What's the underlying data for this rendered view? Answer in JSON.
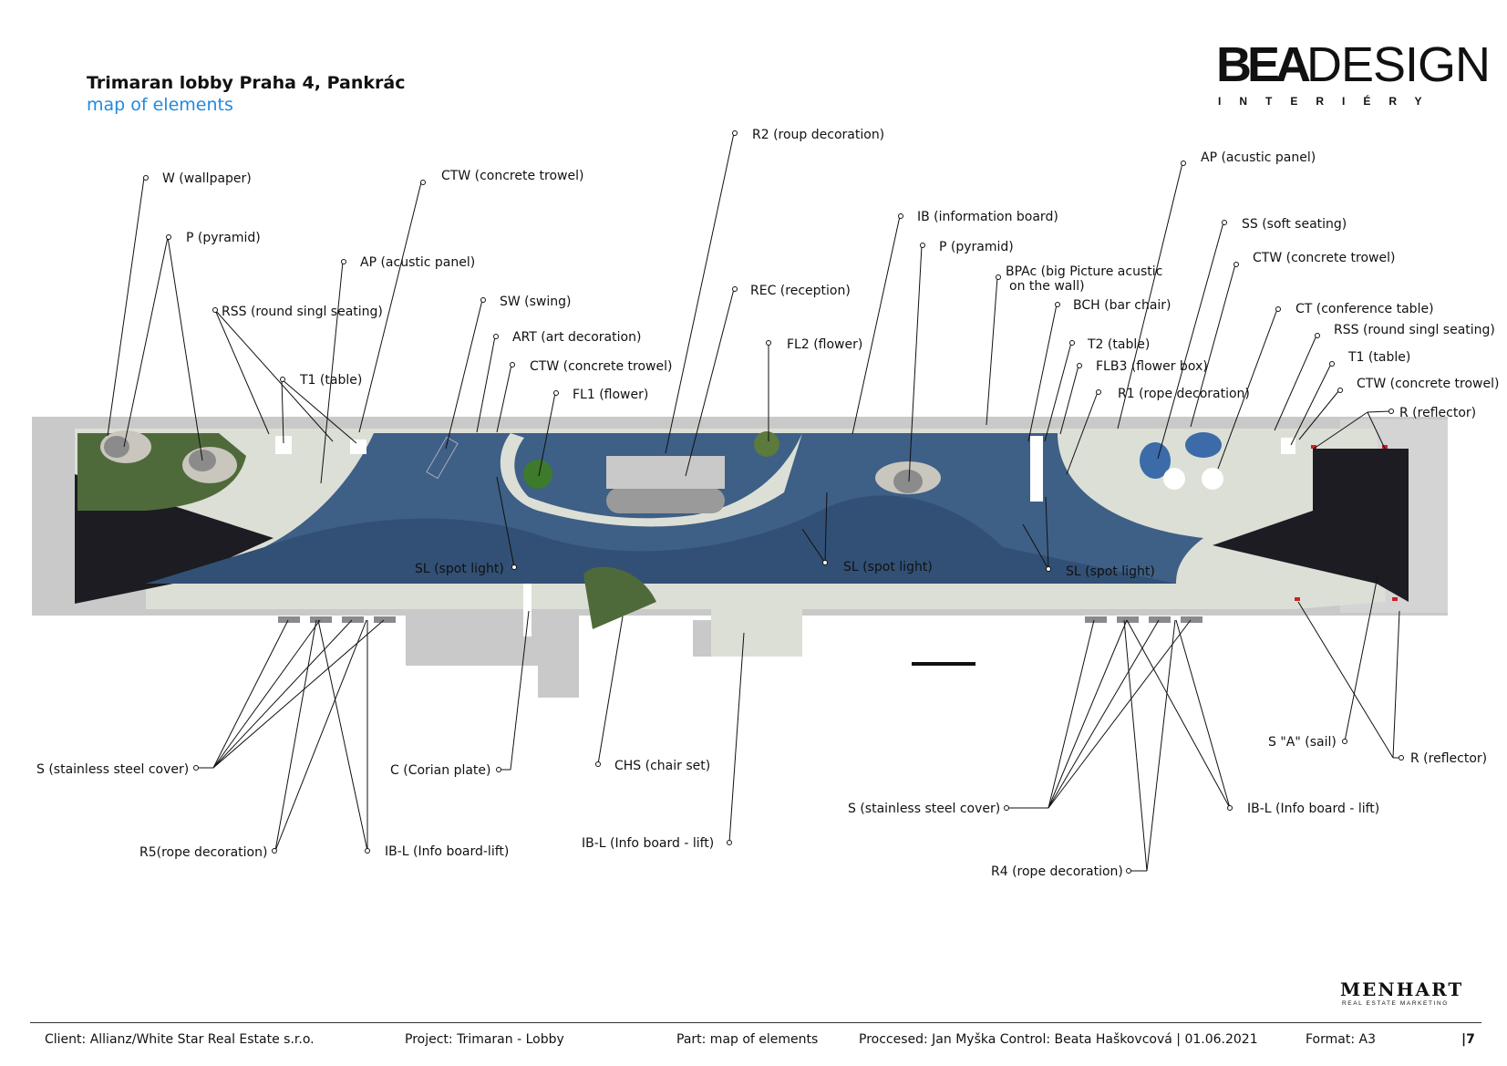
{
  "header": {
    "title": "Trimaran lobby Praha 4, Pankrác",
    "subtitle": "map of elements"
  },
  "logo": {
    "brand_bold": "BEA",
    "brand_light": "DESIGN",
    "tagline": "INTERIÉRY"
  },
  "footer_logo": {
    "name": "MENHART",
    "tagline": "REAL ESTATE MARKETING"
  },
  "footer": {
    "client": "Client: Allianz/White Star Real Estate s.r.o.",
    "project": "Project: Trimaran - Lobby",
    "part": "Part: map of elements",
    "processed": "Proccesed: Jan Myška  Control: Beata Haškovcová | 01.06.2021",
    "format": "Format: A3",
    "page": "|7"
  },
  "colors": {
    "floor_blue": "#3e5f86",
    "floor_light": "#dcdfd6",
    "wall_gray": "#c9c9c9",
    "dark_carpet": "#1c1c22",
    "green_area": "#4f6a3a",
    "accent_blue": "#1f8ae0"
  },
  "labels": [
    {
      "id": "w-wallpaper",
      "text": "W (wallpaper)"
    },
    {
      "id": "p-pyramid-left",
      "text": "P (pyramid)"
    },
    {
      "id": "ctw-left",
      "text": "CTW (concrete trowel)"
    },
    {
      "id": "ap-left",
      "text": "AP (acustic panel)"
    },
    {
      "id": "rss-left",
      "text": "RSS (round singl seating)"
    },
    {
      "id": "t1-left",
      "text": "T1 (table)"
    },
    {
      "id": "sw-swing",
      "text": "SW (swing)"
    },
    {
      "id": "art",
      "text": "ART (art decoration)"
    },
    {
      "id": "ctw-mid",
      "text": "CTW (concrete trowel)"
    },
    {
      "id": "fl1",
      "text": "FL1 (flower)"
    },
    {
      "id": "r2",
      "text": "R2 (roup decoration)"
    },
    {
      "id": "rec",
      "text": "REC (reception)"
    },
    {
      "id": "fl2",
      "text": "FL2 (flower)"
    },
    {
      "id": "ib",
      "text": "IB (information board)"
    },
    {
      "id": "p-pyramid-mid",
      "text": "P (pyramid)"
    },
    {
      "id": "bpac-1",
      "text": "BPAc (big Picture acustic"
    },
    {
      "id": "bpac-2",
      "text": "on the wall)"
    },
    {
      "id": "bch",
      "text": "BCH (bar chair)"
    },
    {
      "id": "t2",
      "text": "T2 (table)"
    },
    {
      "id": "flb3",
      "text": "FLB3 (flower box)"
    },
    {
      "id": "r1",
      "text": "R1 (rope decoration)"
    },
    {
      "id": "ap-right",
      "text": "AP (acustic panel)"
    },
    {
      "id": "ss",
      "text": "SS (soft seating)"
    },
    {
      "id": "ctw-right",
      "text": "CTW (concrete trowel)"
    },
    {
      "id": "ct",
      "text": "CT (conference table)"
    },
    {
      "id": "rss-right",
      "text": "RSS (round singl seating)"
    },
    {
      "id": "t1-right",
      "text": "T1 (table)"
    },
    {
      "id": "ctw-far-right",
      "text": "CTW (concrete trowel)"
    },
    {
      "id": "r-reflector-top",
      "text": "R (reflector)"
    },
    {
      "id": "sl-1",
      "text": "SL  (spot light)"
    },
    {
      "id": "sl-2",
      "text": "SL (spot light)"
    },
    {
      "id": "sl-3",
      "text": "SL (spot light)"
    },
    {
      "id": "s-left",
      "text": "S (stainless steel cover)"
    },
    {
      "id": "c-corian",
      "text": "C (Corian plate)"
    },
    {
      "id": "chs",
      "text": "CHS (chair set)"
    },
    {
      "id": "r5",
      "text": "R5(rope decoration)"
    },
    {
      "id": "ibl-left",
      "text": "IB-L (Info board-lift)"
    },
    {
      "id": "ibl-mid",
      "text": "IB-L (Info board - lift)"
    },
    {
      "id": "s-right",
      "text": "S (stainless steel cover)"
    },
    {
      "id": "r4",
      "text": "R4 (rope decoration)"
    },
    {
      "id": "s-sail",
      "text": "S \"A\" (sail)"
    },
    {
      "id": "r-reflector-bottom",
      "text": "R (reflector)"
    },
    {
      "id": "ibl-right",
      "text": "IB-L (Info board - lift)"
    }
  ]
}
